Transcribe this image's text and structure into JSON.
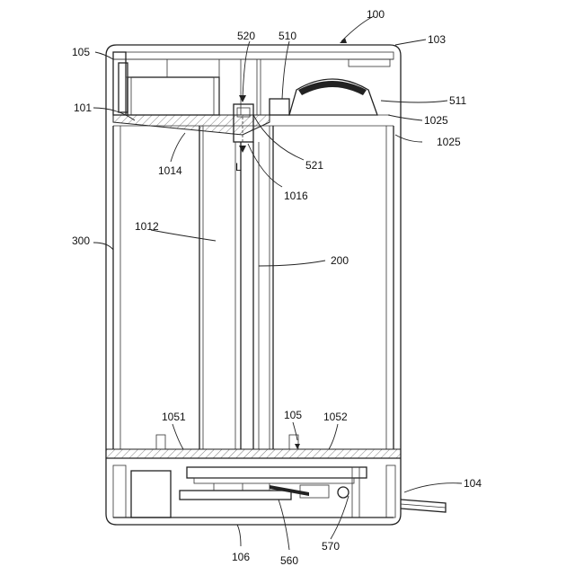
{
  "figure": {
    "labels": {
      "l100": "100",
      "l103": "103",
      "l105_top": "105",
      "l520": "520",
      "l510": "510",
      "l511": "511",
      "l101": "101",
      "l1025_a": "1025",
      "l1025_b": "1025",
      "l1014": "1014",
      "l521": "521",
      "lL": "L",
      "l1016": "1016",
      "l300": "300",
      "l1012": "1012",
      "l200": "200",
      "l1051": "1051",
      "l105_bottom": "105",
      "l1052": "1052",
      "l104": "104",
      "l106": "106",
      "l560": "560",
      "l570": "570"
    }
  }
}
